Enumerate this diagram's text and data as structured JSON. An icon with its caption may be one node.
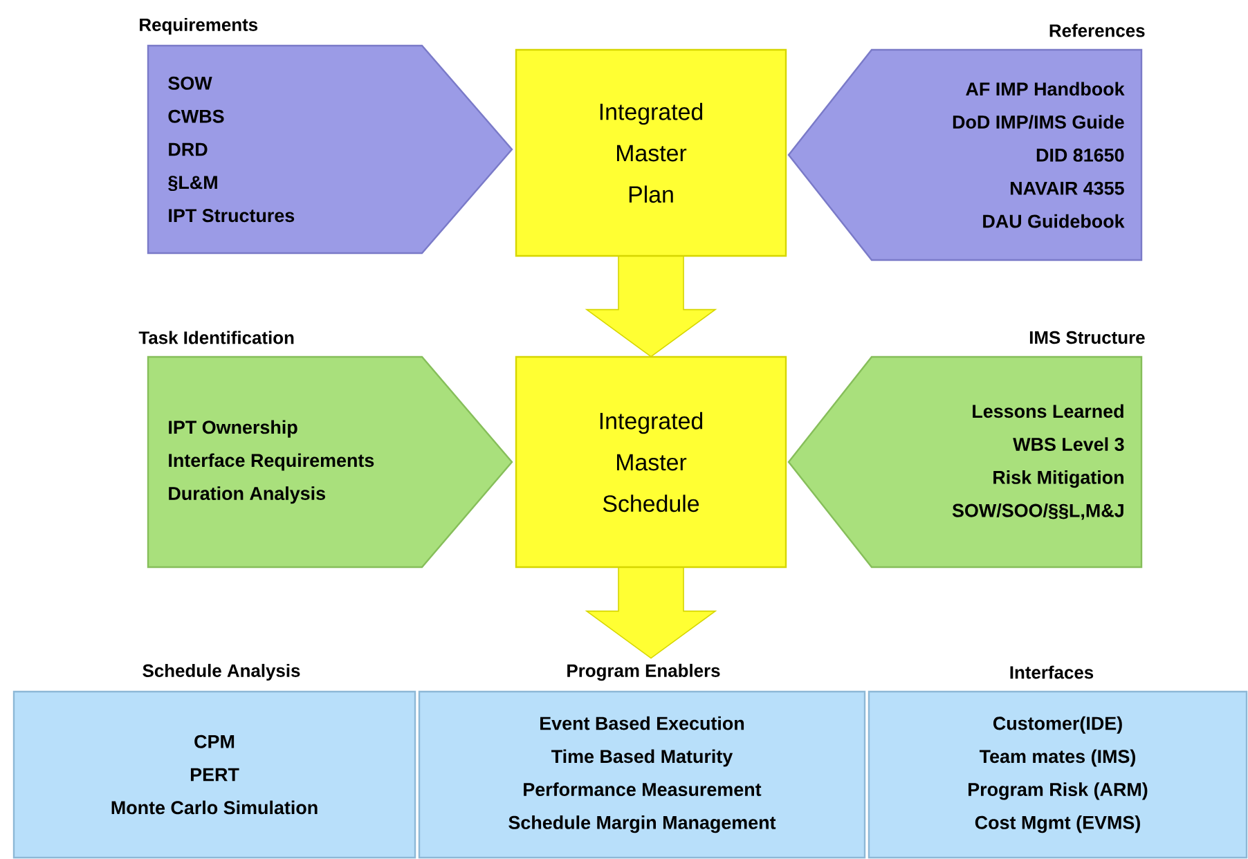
{
  "diagram": {
    "nodes": [
      {
        "text": [
          "Requirements",
          "SOW",
          "CWBS",
          "DRD",
          "§L&M",
          "IPT Structures"
        ]
      },
      {
        "text": [
          "Integrated Master Plan"
        ]
      },
      {
        "text": [
          "References",
          "AF IMP Handbook",
          "DoD IMP/IMS Guide",
          "DID 81650",
          "NAVAIR 4355",
          "DAU Guidebook"
        ]
      },
      {
        "text": [
          "Task Identification",
          "IPT Ownership",
          "Interface Requirements",
          "Duration Analysis"
        ]
      },
      {
        "text": [
          "Integrated Master Schedule"
        ]
      },
      {
        "text": [
          "IMS Structure",
          "Lessons Learned",
          "WBS Level 3",
          "Risk Mitigation",
          "SOW/SOO/§§L,M&J"
        ]
      },
      {
        "text": [
          "Schedule Analysis",
          "CPM",
          "PERT",
          "Monte Carlo Simulation"
        ]
      },
      {
        "text": [
          "Program Enablers",
          "Event Based Execution",
          "Time Based Maturity",
          "Performance Measurement",
          "Schedule Margin Management"
        ]
      },
      {
        "text": [
          "Interfaces",
          "Customer(IDE)",
          "Team mates (IMS)",
          "Program Risk (ARM)",
          "Cost Mgmt (EVMS)"
        ]
      }
    ],
    "edges": [
      {
        "from": 1,
        "to": 4,
        "arrow": "to"
      },
      {
        "from": 4,
        "to": 7,
        "arrow": "to"
      }
    ]
  }
}
